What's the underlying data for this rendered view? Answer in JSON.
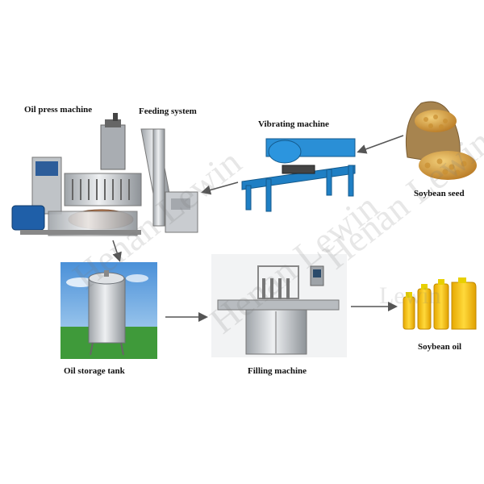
{
  "labels": {
    "oil_press": "Oil press machine",
    "feeding": "Feeding system",
    "vibrating": "Vibrating machine",
    "soybean_seed": "Soybean seed",
    "storage_tank": "Oil storage tank",
    "filling": "Filling machine",
    "soybean_oil": "Soybean oil"
  },
  "watermark": {
    "text": "Henan Lewin",
    "text2": "Lewin"
  },
  "colors": {
    "arrow": "#555555",
    "machine_blue": "#1f7fc4",
    "steel": "#c9ccd0",
    "soybean": "#d9a441",
    "oil": "#f4c400",
    "sky": "#5fa5e0",
    "grass": "#3f9a3a"
  }
}
